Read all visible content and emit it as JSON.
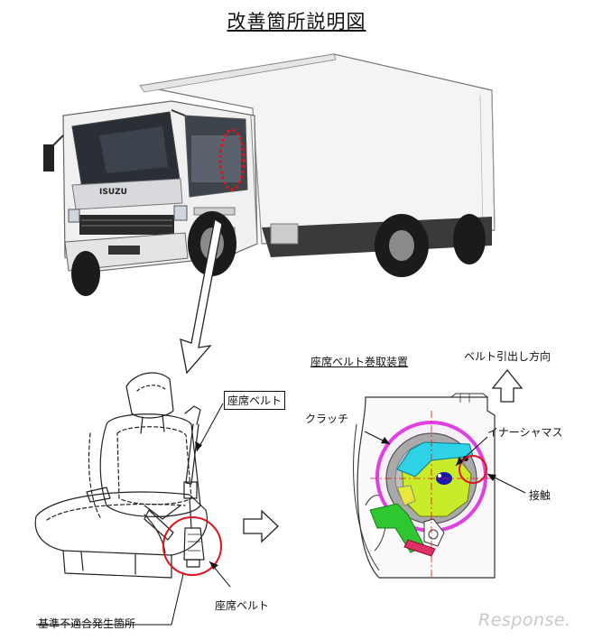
{
  "title": "改善箇所説明図",
  "truck": {
    "logo": "ISUZU"
  },
  "labels": {
    "seatbelt_boxed": "座席ベルト",
    "seatbelt_lower": "座席ベルト",
    "nonconformity": "基準不適合発生箇所",
    "retractor": "座席ベルト巻取装置",
    "pull_direction": "ベルト引出し方向",
    "clutch": "クラッチ",
    "inner_mass": "イナーシャマス",
    "contact": "接触"
  },
  "watermark": "Response.",
  "colors": {
    "highlight": "#e0141e",
    "clutch": "#e040e0",
    "lever": "#2fd3e8",
    "gear": "#c8ec2a",
    "green": "#2fc72f",
    "mass": "#1a1ab0"
  }
}
